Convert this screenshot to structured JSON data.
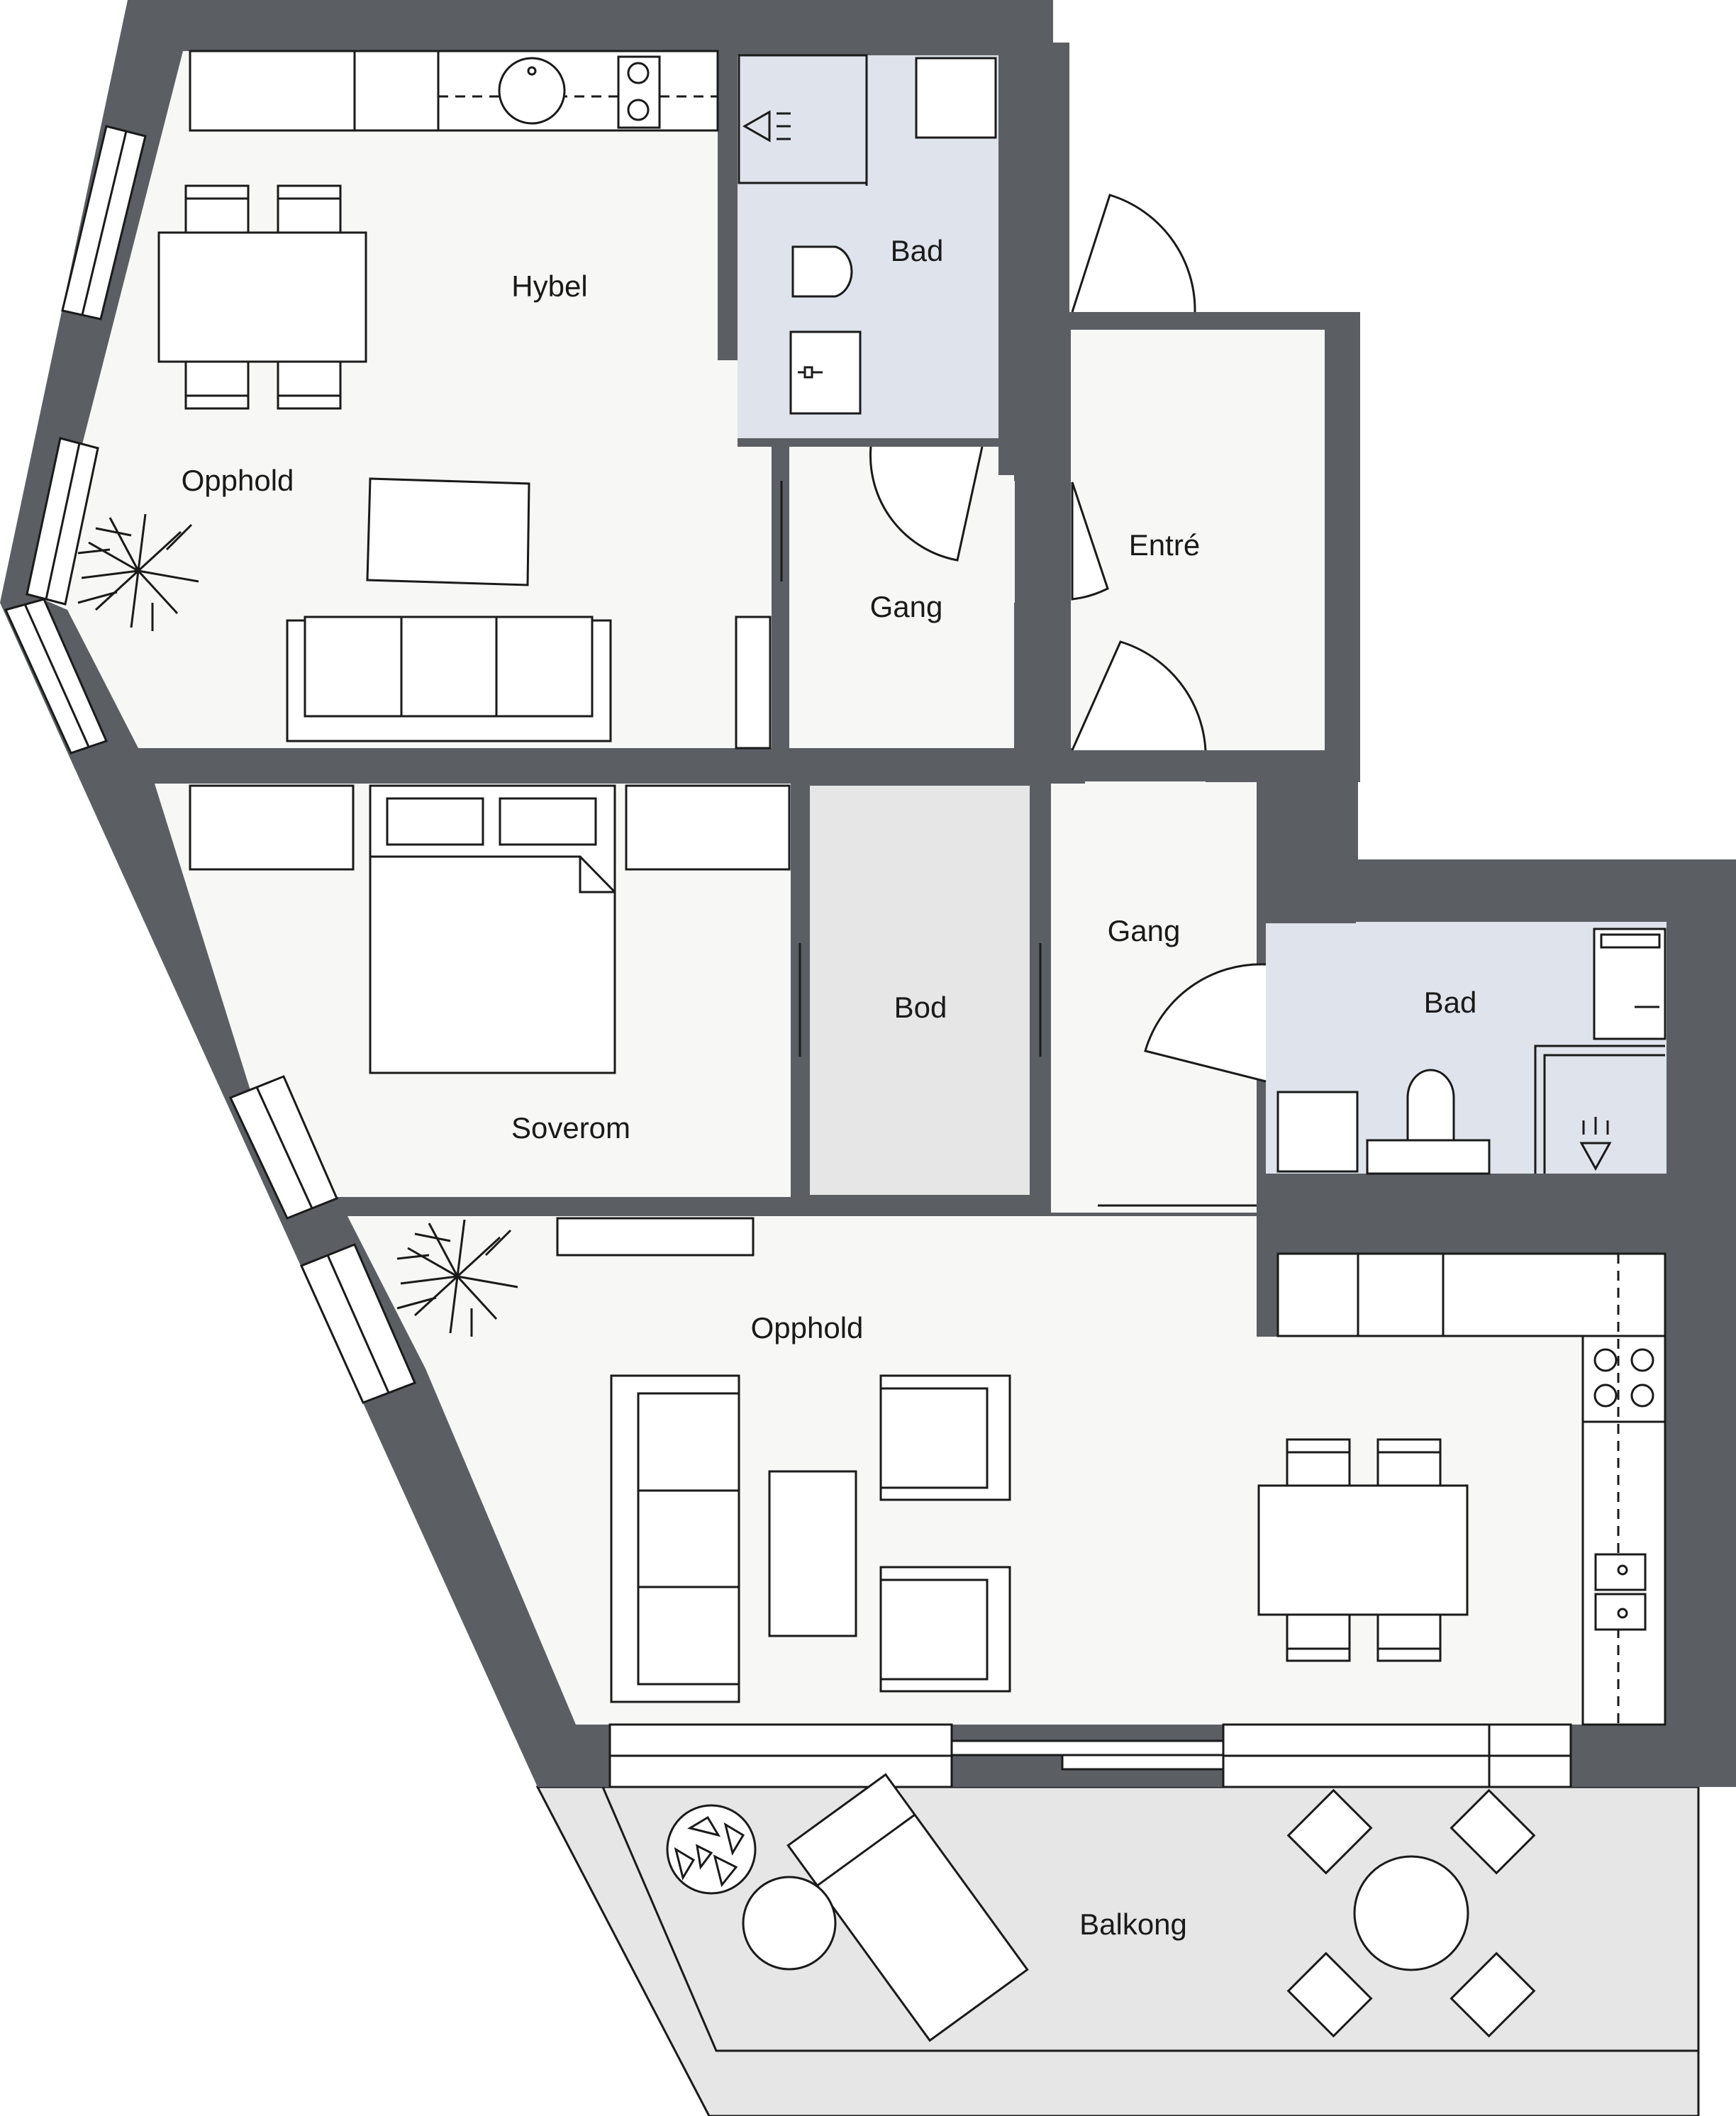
{
  "rooms": {
    "hybel": "Hybel",
    "opphold_hybel": "Opphold",
    "bad_hybel": "Bad",
    "gang_hybel": "Gang",
    "entre": "Entré",
    "soverom": "Soverom",
    "bod": "Bod",
    "gang_main": "Gang",
    "bad_main": "Bad",
    "opphold_main": "Opphold",
    "balkong": "Balkong"
  },
  "colors": {
    "wall": "#5b5e63",
    "floor": "#f7f7f6",
    "wet_room": "#dfe4ec",
    "storage": "#e6e6e6",
    "balcony": "#e6e6e6",
    "furniture_fill": "#ffffff",
    "line": "#1a1a1a"
  }
}
